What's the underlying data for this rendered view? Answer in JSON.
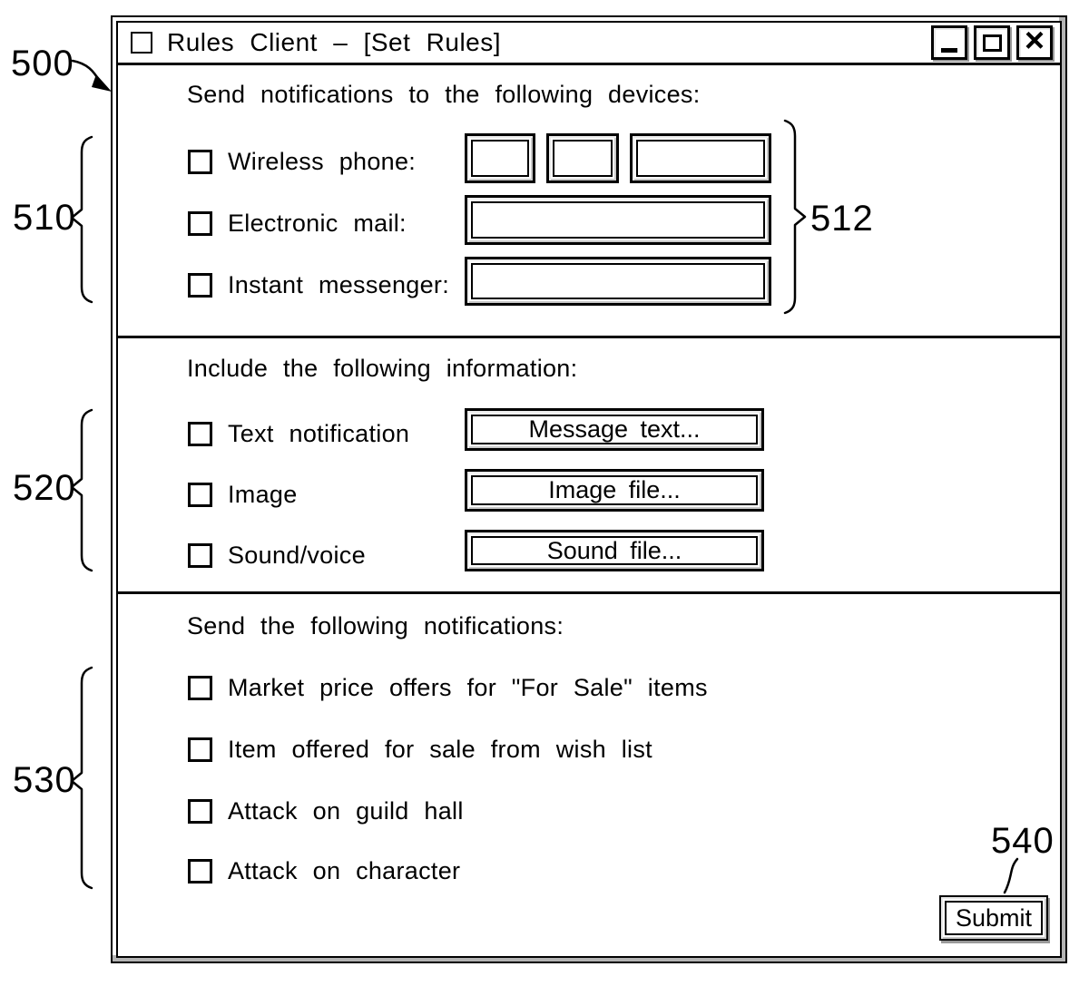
{
  "title_bar": {
    "title": "Rules Client – [Set Rules]",
    "close_glyph": "×"
  },
  "annotations": {
    "window_ref": "500",
    "devices_checkboxes_ref": "510",
    "devices_inputs_ref": "512",
    "information_ref": "520",
    "notifications_ref": "530",
    "submit_ref": "540"
  },
  "sections": {
    "devices": {
      "header": "Send notifications to the following devices:",
      "items": [
        {
          "label": "Wireless phone:",
          "checked": false
        },
        {
          "label": "Electronic mail:",
          "checked": false
        },
        {
          "label": "Instant messenger:",
          "checked": false
        }
      ],
      "inputs": {
        "wireless_phone": [
          "",
          "",
          ""
        ],
        "electronic_mail": "",
        "instant_messenger": ""
      }
    },
    "information": {
      "header": "Include the following information:",
      "items": [
        {
          "label": "Text notification",
          "checked": false,
          "button": "Message text..."
        },
        {
          "label": "Image",
          "checked": false,
          "button": "Image file..."
        },
        {
          "label": "Sound/voice",
          "checked": false,
          "button": "Sound file..."
        }
      ]
    },
    "notifications": {
      "header": "Send the following notifications:",
      "items": [
        {
          "label": "Market price offers for \"For Sale\" items",
          "checked": false
        },
        {
          "label": "Item offered for sale from wish list",
          "checked": false
        },
        {
          "label": "Attack on guild hall",
          "checked": false
        },
        {
          "label": "Attack on character",
          "checked": false
        }
      ]
    }
  },
  "submit_label": "Submit",
  "colors": {
    "ink": "#000000",
    "bevel_gray": "#b3b3b3",
    "background": "#ffffff"
  }
}
